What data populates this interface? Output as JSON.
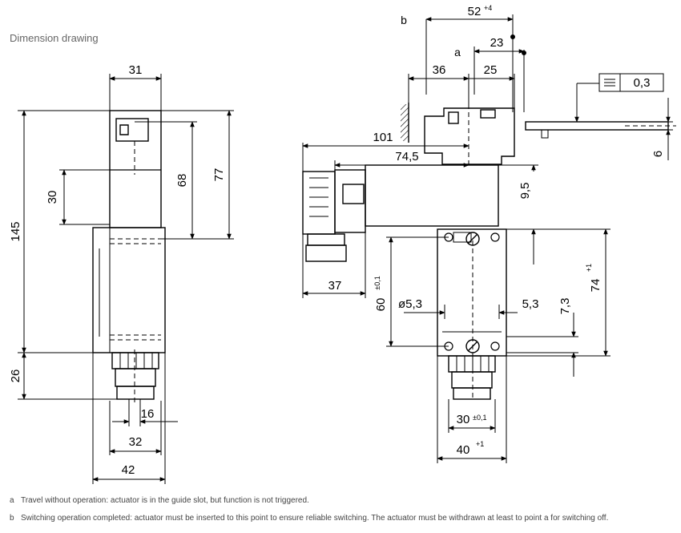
{
  "heading": "Dimension drawing",
  "dimensions": {
    "width_31": "31",
    "height_145": "145",
    "height_30": "30",
    "height_68": "68",
    "height_77": "77",
    "height_26": "26",
    "width_16": "16",
    "width_32": "32",
    "width_42": "42",
    "travel_52": "52",
    "travel_52_tol": "+4",
    "travel_23": "23",
    "width_36": "36",
    "width_25": "25",
    "length_101": "101",
    "length_74_5": "74,5",
    "width_37": "37",
    "height_9_5": "9,5",
    "height_60": "60",
    "height_60_tol": "±0,1",
    "hole_5_3": "ø5,3",
    "dist_5_3": "5,3",
    "height_7_3": "7,3",
    "height_74": "74",
    "height_74_tol": "+1",
    "width_30": "30",
    "width_30_tol": "±0,1",
    "width_40": "40",
    "width_40_tol": "+1",
    "flatness": "0,3",
    "thickness_6": "6"
  },
  "markers": {
    "a": "a",
    "b": "b"
  },
  "notes": [
    {
      "tag": "a",
      "text": "Travel without operation: actuator is in the guide slot, but function is not triggered."
    },
    {
      "tag": "b",
      "text": "Switching operation completed: actuator must be inserted to this point to ensure reliable switching. The actuator must be withdrawn at least to point a for switching off."
    }
  ]
}
